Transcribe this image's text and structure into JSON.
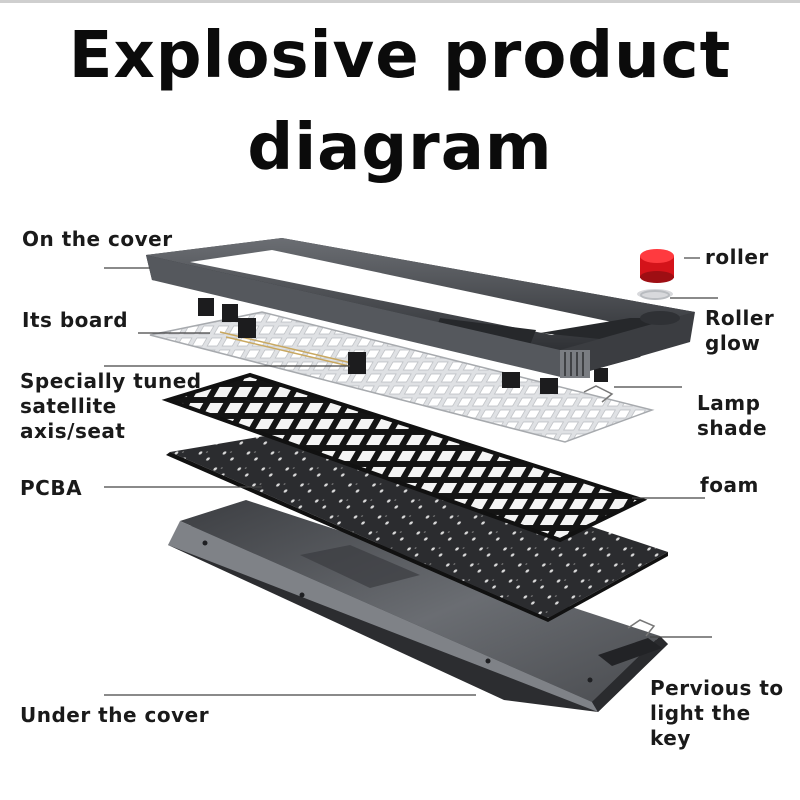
{
  "title": {
    "line1": "Explosive product",
    "line2": "diagram"
  },
  "labels": {
    "top_cover": "On the cover",
    "board": "Its board",
    "satellite_l1": "Specially tuned",
    "satellite_l2": "satellite",
    "satellite_l3": "axis/seat",
    "pcba": "PCBA",
    "bottom_cover": "Under the cover",
    "roller": "roller",
    "roller_glow_l1": "Roller",
    "roller_glow_l2": "glow",
    "lamp_shade_l1": "Lamp",
    "lamp_shade_l2": "shade",
    "foam": "foam",
    "pervious_l1": "Pervious to",
    "pervious_l2": "light the",
    "pervious_l3": "key"
  },
  "colors": {
    "frame": "#3d3f43",
    "frame_light": "#6b6e73",
    "plate": "#d9dbde",
    "foam": "#151515",
    "pcb": "#2a2b2e",
    "bottom_case": "#505256",
    "roller_knob": "#e0141b",
    "leader_line": "#444444"
  }
}
